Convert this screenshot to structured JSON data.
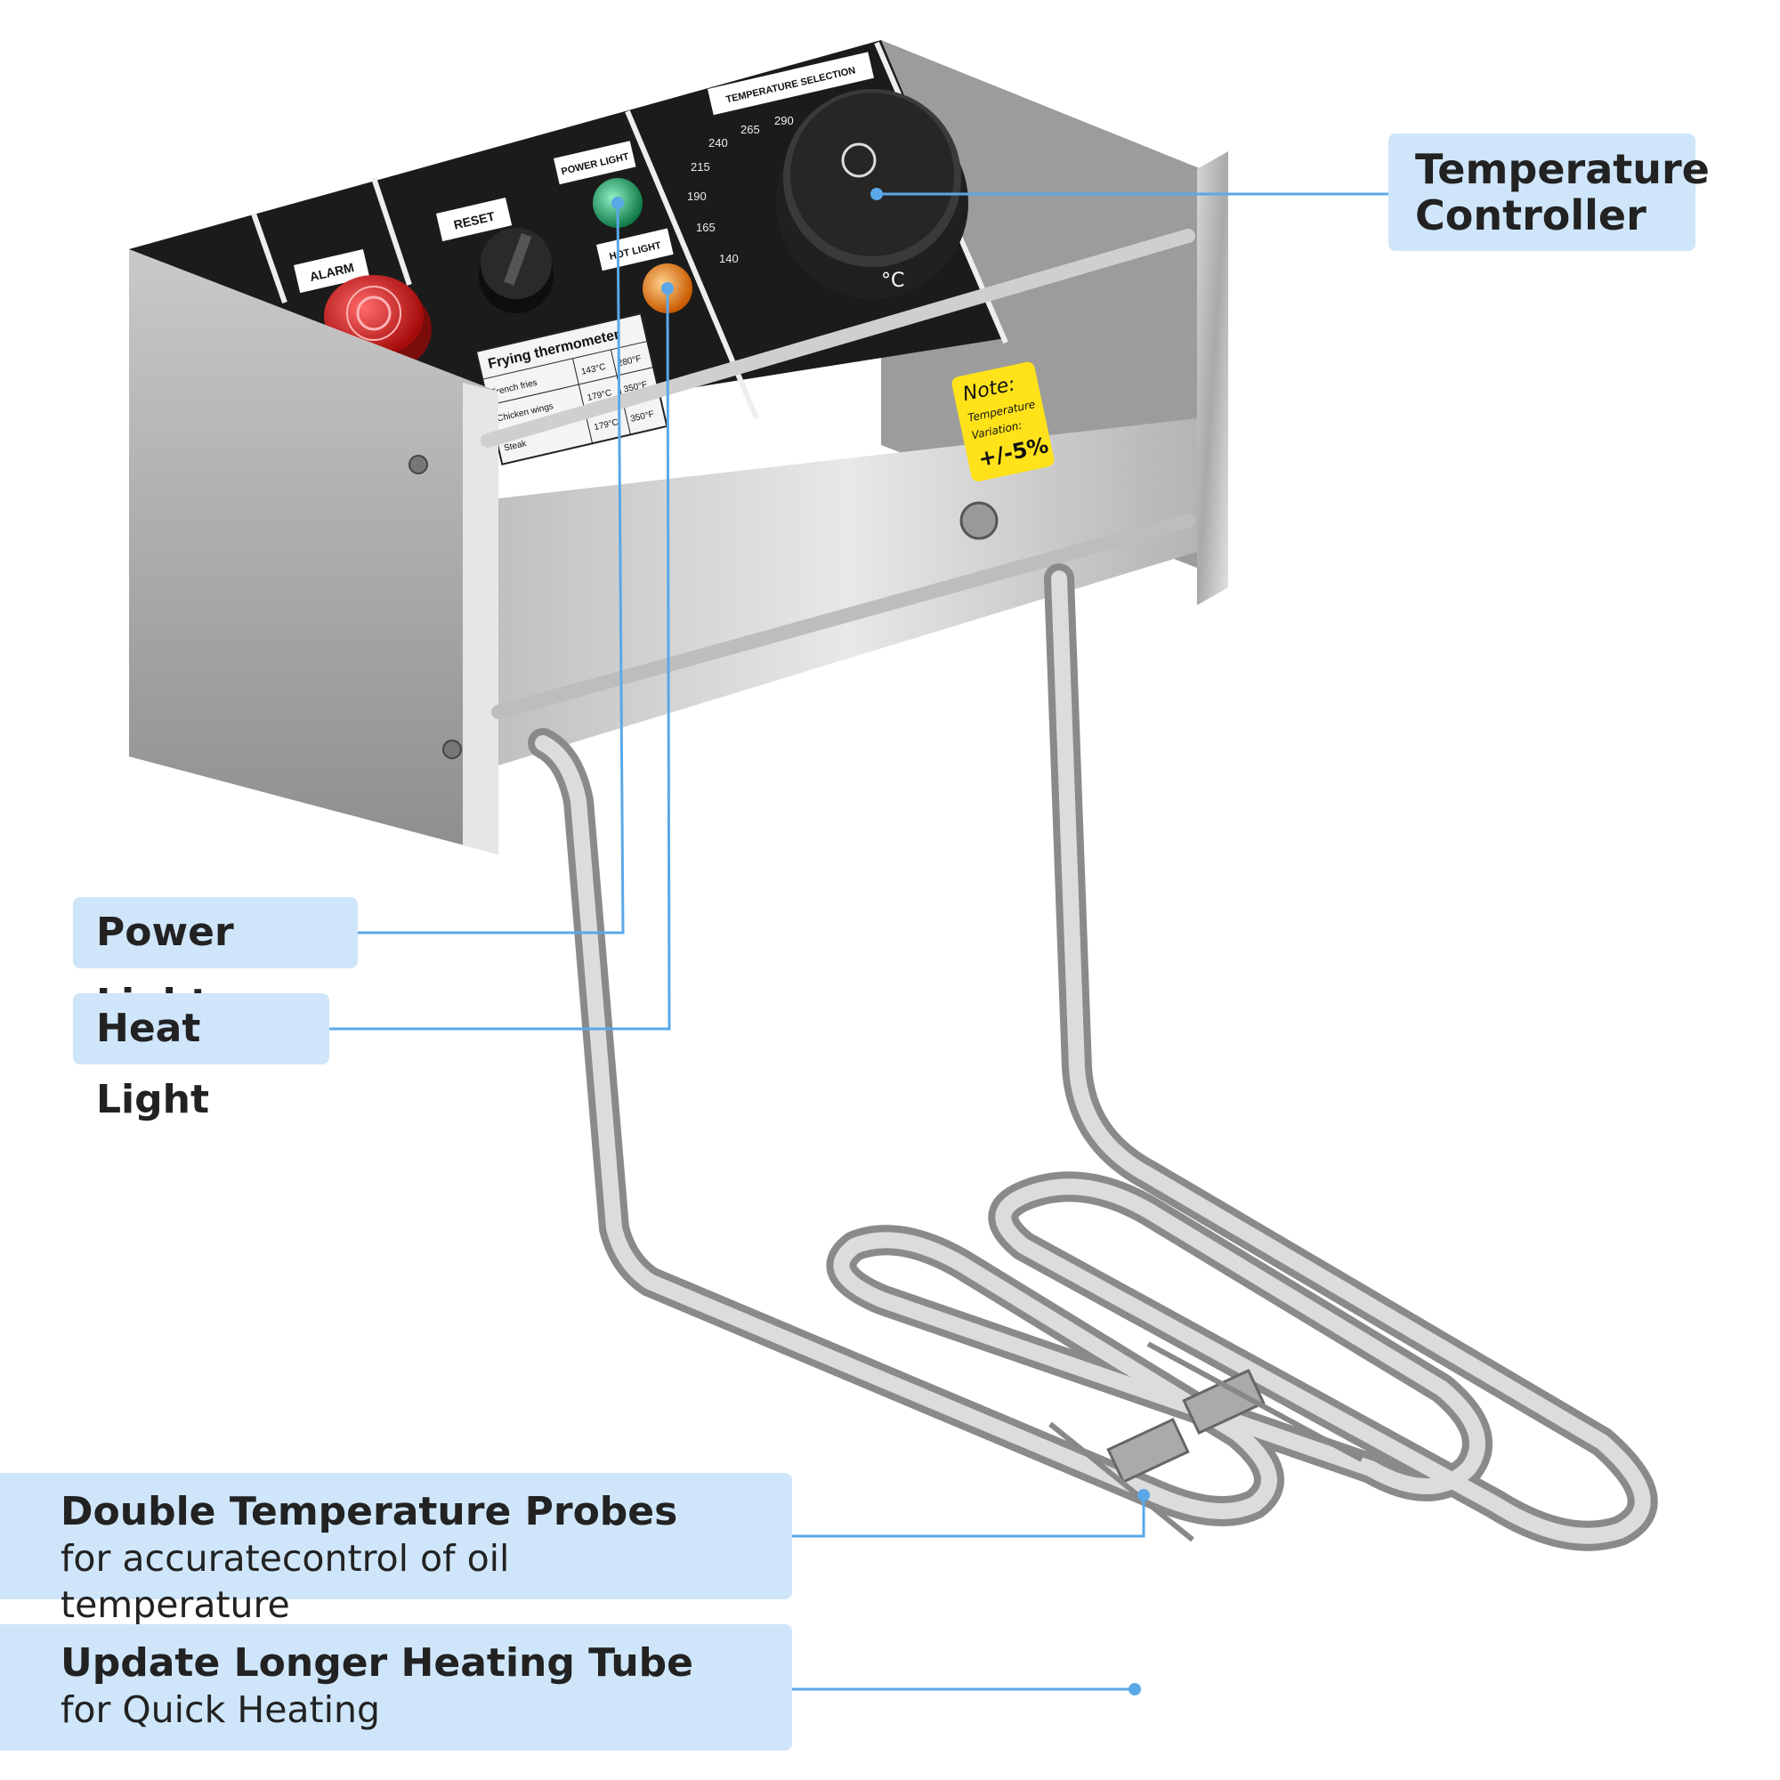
{
  "callouts": {
    "temperature_controller": {
      "title": "Temperature Controller"
    },
    "power_light": {
      "title": "Power Light"
    },
    "heat_light": {
      "title": "Heat Light"
    },
    "double_probes": {
      "title": "Double Temperature Probes",
      "subtitle": "for accuratecontrol of oil temperature"
    },
    "heating_tube": {
      "title": "Update Longer Heating Tube",
      "subtitle": "for Quick Heating"
    }
  },
  "panel": {
    "alarm_label": "ALARM",
    "reset_label": "RESET",
    "power_light_label": "POWER LIGHT",
    "hot_light_label": "HOT LIGHT",
    "temp_selection_label": "TEMPERATURE SELECTION",
    "dial_ticks": [
      "140",
      "165",
      "190",
      "215",
      "240",
      "265",
      "290"
    ],
    "knob_unit": "°C",
    "thermometer_table": {
      "title": "Frying thermometer",
      "rows": [
        {
          "food": "French fries",
          "c": "143°C",
          "f": "280°F"
        },
        {
          "food": "Chicken wings",
          "c": "179°C",
          "f": "350°F"
        },
        {
          "food": "Steak",
          "c": "179°C",
          "f": "350°F"
        }
      ]
    }
  },
  "note_sticker": {
    "line1": "Note:",
    "line2": "Temperature",
    "line3": "Variation:",
    "line4": "+/-5%"
  },
  "colors": {
    "callout_bg": "#cfe6fa",
    "leader_line": "#5aa8e8",
    "alarm_red": "#d01818",
    "power_green": "#1fbf74",
    "hot_orange": "#ff8a1c",
    "note_yellow": "#ffe21a"
  }
}
